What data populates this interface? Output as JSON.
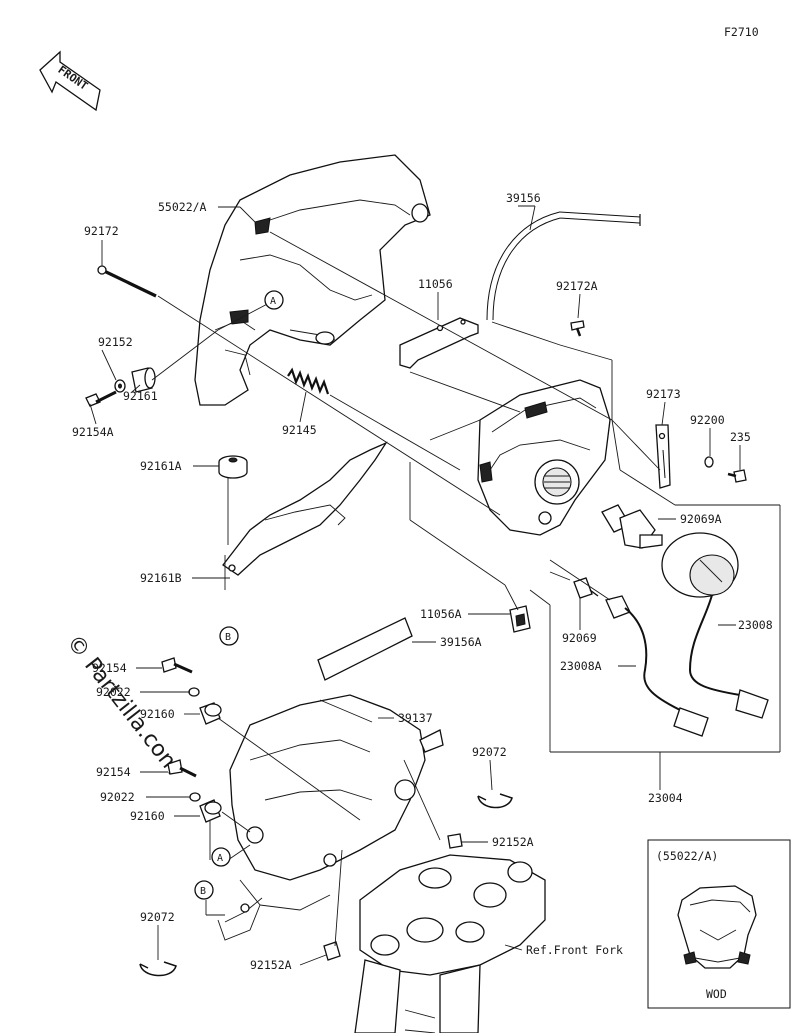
{
  "figure_code": "F2710",
  "front_arrow_label": "FRONT",
  "watermark": "© Partzilla.com",
  "callouts": {
    "a_top": "A",
    "a_bottom": "A",
    "b_left": "B",
    "b_bottom": "B"
  },
  "labels": {
    "p55022a": "55022/A",
    "p92172": "92172",
    "p39156": "39156",
    "p11056": "11056",
    "p92172a": "92172A",
    "p92152": "92152",
    "p92154a": "92154A",
    "p92161": "92161",
    "p92145": "92145",
    "p92173": "92173",
    "p92200": "92200",
    "p235": "235",
    "p92161a": "92161A",
    "p92069a": "92069A",
    "p92161b": "92161B",
    "p11056a": "11056A",
    "p92069": "92069",
    "p23008": "23008",
    "p39156a": "39156A",
    "p23008a": "23008A",
    "p92154_top": "92154",
    "p92022_top": "92022",
    "p92160_top": "92160",
    "p39137": "39137",
    "p92072_right": "92072",
    "p92154_mid": "92154",
    "p23004": "23004",
    "p92022_mid": "92022",
    "p92160_mid": "92160",
    "p92152a_right": "92152A",
    "p92072_left": "92072",
    "p92152a_left": "92152A",
    "ref_front_fork": "Ref.Front Fork"
  },
  "inset": {
    "title": "(55022/A)",
    "caption": "WOD"
  }
}
